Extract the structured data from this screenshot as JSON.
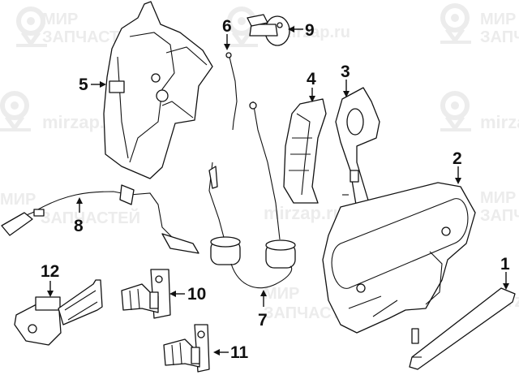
{
  "diagram": {
    "type": "exploded parts diagram",
    "subject": "door lock / handle assembly",
    "watermark": {
      "logo": "map-pin-icon",
      "brand_lines": [
        "МИР",
        "ЗАПЧАСТЕЙ"
      ],
      "site": "mirzap.ru",
      "color": "#ececec"
    },
    "callouts": [
      {
        "id": "1",
        "label": "1",
        "part": "outside-handle"
      },
      {
        "id": "2",
        "label": "2",
        "part": "handle-bracket"
      },
      {
        "id": "3",
        "label": "3",
        "part": "lock-cylinder-bracket"
      },
      {
        "id": "4",
        "label": "4",
        "part": "reinforcement-bracket"
      },
      {
        "id": "5",
        "label": "5",
        "part": "door-lock-actuator"
      },
      {
        "id": "6",
        "label": "6",
        "part": "lock-rod"
      },
      {
        "id": "7",
        "label": "7",
        "part": "release-cable"
      },
      {
        "id": "8",
        "label": "8",
        "part": "wiring-harness"
      },
      {
        "id": "9",
        "label": "9",
        "part": "striker"
      },
      {
        "id": "10",
        "label": "10",
        "part": "upper-hinge"
      },
      {
        "id": "11",
        "label": "11",
        "part": "lower-hinge"
      },
      {
        "id": "12",
        "label": "12",
        "part": "door-check"
      }
    ],
    "colors": {
      "line": "#111111",
      "background": "#ffffff"
    }
  }
}
